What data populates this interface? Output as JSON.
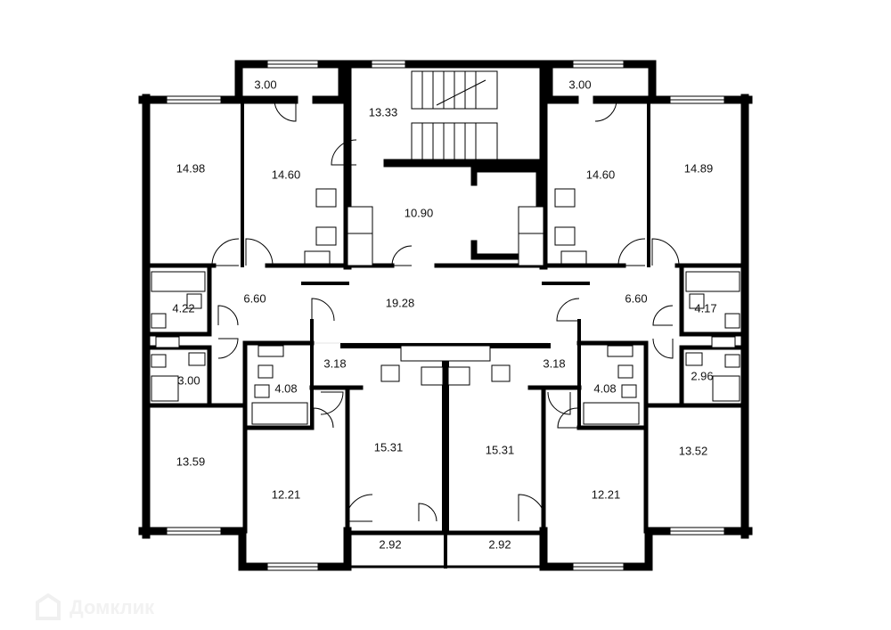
{
  "rooms": [
    {
      "id": "balcony-nw",
      "area": "3.00"
    },
    {
      "id": "stair-hall",
      "area": "13.33"
    },
    {
      "id": "balcony-ne",
      "area": "3.00"
    },
    {
      "id": "room-nw",
      "area": "14.98"
    },
    {
      "id": "kitchen-nw",
      "area": "14.60"
    },
    {
      "id": "lobby",
      "area": "10.90"
    },
    {
      "id": "kitchen-ne",
      "area": "14.60"
    },
    {
      "id": "room-ne",
      "area": "14.89"
    },
    {
      "id": "bath-w",
      "area": "4.22"
    },
    {
      "id": "hall-w",
      "area": "6.60"
    },
    {
      "id": "corridor",
      "area": "19.28"
    },
    {
      "id": "hall-e",
      "area": "6.60"
    },
    {
      "id": "bath-e",
      "area": "4.17"
    },
    {
      "id": "wc-w",
      "area": "3.00"
    },
    {
      "id": "hall-sw",
      "area": "3.18"
    },
    {
      "id": "bath-sw",
      "area": "4.08"
    },
    {
      "id": "hall-se",
      "area": "3.18"
    },
    {
      "id": "bath-se",
      "area": "4.08"
    },
    {
      "id": "wc-e",
      "area": "2.96"
    },
    {
      "id": "room-sw",
      "area": "13.59"
    },
    {
      "id": "kitchen-sw",
      "area": "15.31"
    },
    {
      "id": "kitchen-se",
      "area": "15.31"
    },
    {
      "id": "room-se",
      "area": "13.52"
    },
    {
      "id": "room-ssw",
      "area": "12.21"
    },
    {
      "id": "room-sse",
      "area": "12.21"
    },
    {
      "id": "balcony-sw",
      "area": "2.92"
    },
    {
      "id": "balcony-se",
      "area": "2.92"
    }
  ],
  "watermark": "Домклик",
  "colors": {
    "wall": "#000000",
    "background": "#ffffff"
  }
}
